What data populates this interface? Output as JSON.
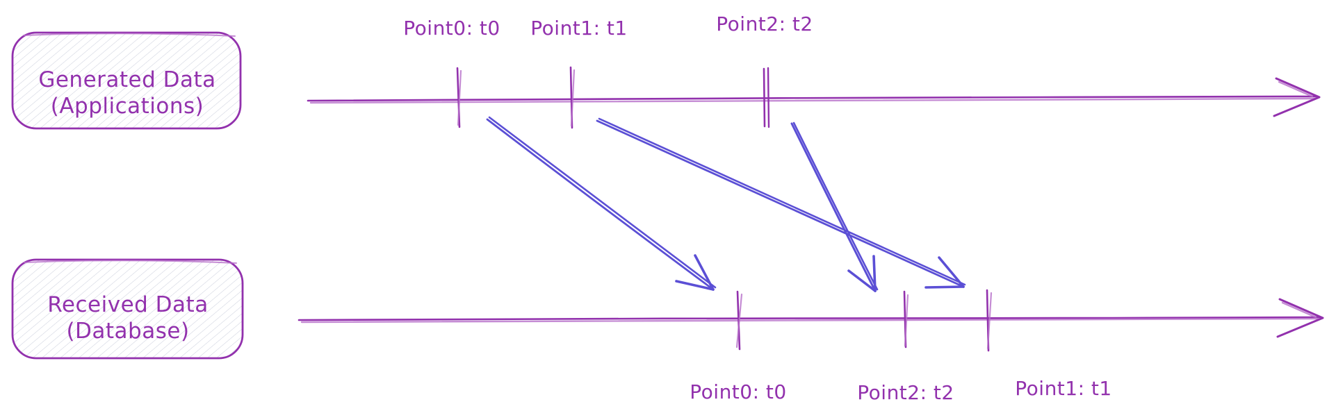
{
  "colors": {
    "background": "#ffffff",
    "ink": "#9231ad",
    "ink_light": "#b66fc9",
    "arrow": "#5b4fd5",
    "hatch": "#cdd1de"
  },
  "lanes": {
    "generated": {
      "box_line1": "Generated Data",
      "box_line2": "(Applications)",
      "labels": [
        "Point0: t0",
        "Point1: t1",
        "Point2: t2"
      ]
    },
    "received": {
      "box_line1": "Received Data",
      "box_line2": "(Database)",
      "labels": [
        "Point0: t0",
        "Point2: t2",
        "Point1: t1"
      ]
    }
  }
}
